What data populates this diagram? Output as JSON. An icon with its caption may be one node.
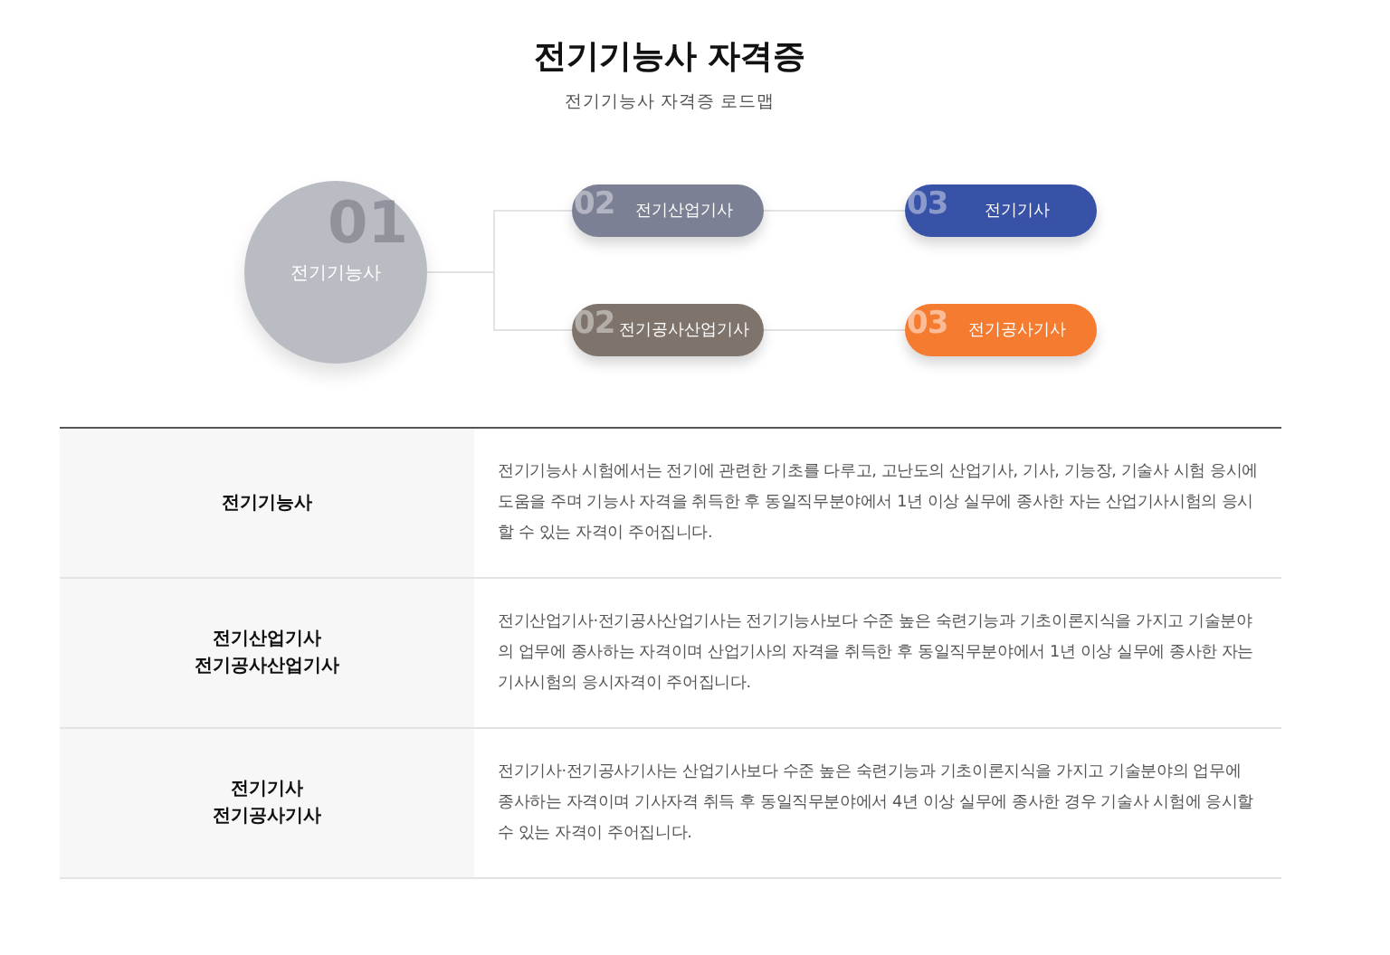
{
  "diagram": {
    "title": "전기기능사 자격증",
    "nodes": [
      {
        "text": [
          "01",
          "전기기능사"
        ]
      },
      {
        "text": [
          "02",
          "전기산업기사"
        ]
      },
      {
        "text": [
          "03",
          "전기기사"
        ]
      },
      {
        "text": [
          "02",
          "전기공사산업기사"
        ]
      },
      {
        "text": [
          "03",
          "전기공사기사"
        ]
      }
    ],
    "edges": [
      {
        "from": 0,
        "to": 1,
        "arrow": "none"
      },
      {
        "from": 0,
        "to": 3,
        "arrow": "none"
      },
      {
        "from": 1,
        "to": 2,
        "arrow": "none"
      },
      {
        "from": 3,
        "to": 4,
        "arrow": "none"
      }
    ],
    "labels": [
      "전기기능사 자격증 로드맵",
      "전기기능사",
      "전기기능사 시험에서는 전기에 관련한 기초를 다루고, 고난도의 산업기사, 기사, 기능장, 기술사 시험 응시에 도움을 주며 기능사 자격을 취득한 후 동일직무분야에서 1년 이상 실무에 종사한 자는 산업기사시험의 응시할 수 있는 자격이 주어집니다.",
      "전기산업기사",
      "전기공사산업기사",
      "전기산업기사·전기공사산업기사는 전기기능사보다 수준 높은 숙련기능과 기초이론지식을 가지고 기술분야의 업무에 종사하는 자격이며 산업기사의 자격을 취득한 후 동일직무분야에서 1년 이상 실무에 종사한 자는 기사시험의 응시자격이 주어집니다.",
      "전기기사",
      "전기공사기사",
      "전기기사·전기공사기사는 산업기사보다 수준 높은 숙련기능과 기초이론지식을 가지고 기술분야의 업무에 종사하는 자격이며 기사자격 취득 후 동일직무분야에서 4년 이상 실무에 종사한 경우 기술사 시험에 응시할 수 있는 자격이 주어집니다."
    ]
  }
}
